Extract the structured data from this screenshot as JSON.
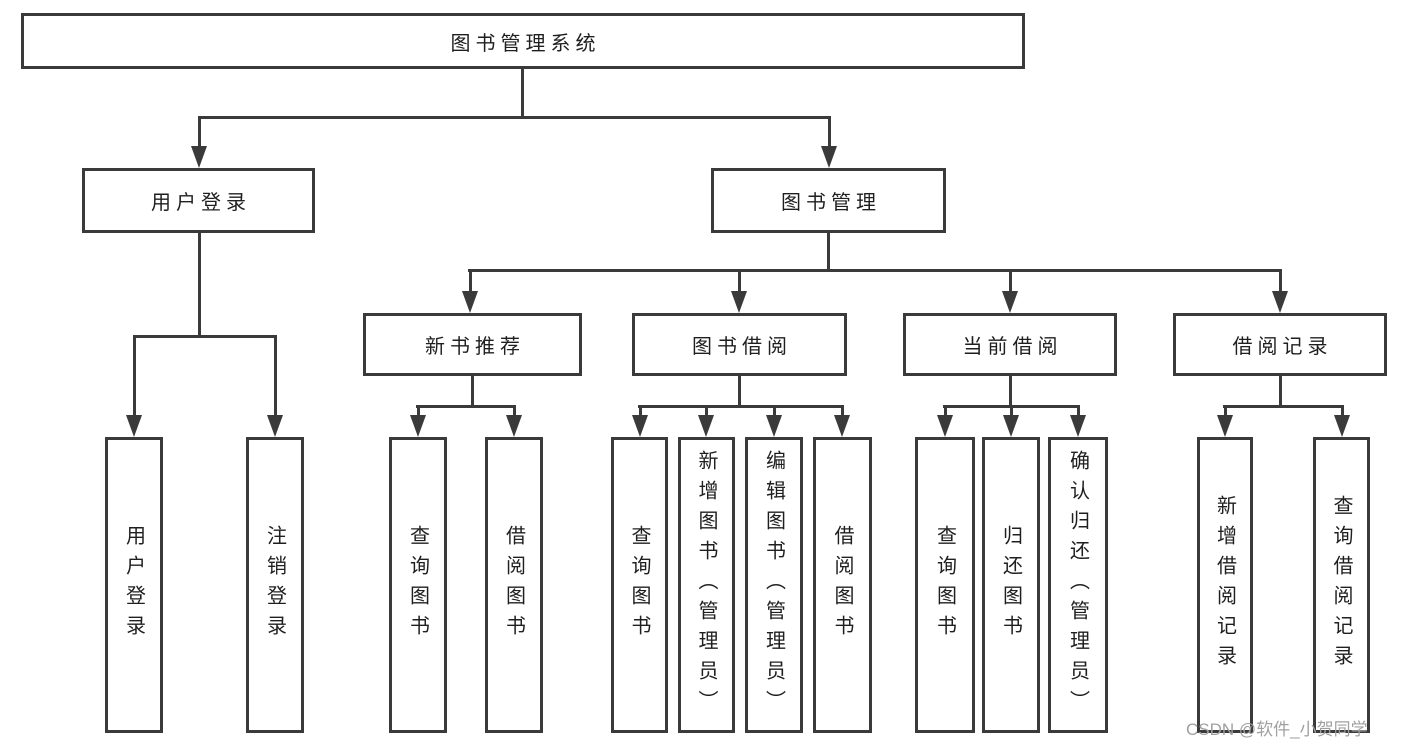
{
  "tree": {
    "root": "图书管理系统",
    "children": [
      {
        "label": "用户登录",
        "children": [
          "用户登录",
          "注销登录"
        ]
      },
      {
        "label": "图书管理",
        "children": [
          {
            "label": "新书推荐",
            "children": [
              "查询图书",
              "借阅图书"
            ]
          },
          {
            "label": "图书借阅",
            "children": [
              "查询图书",
              "新增图书（管理员）",
              "编辑图书（管理员）",
              "借阅图书"
            ]
          },
          {
            "label": "当前借阅",
            "children": [
              "查询图书",
              "归还图书",
              "确认归还（管理员）"
            ]
          },
          {
            "label": "借阅记录",
            "children": [
              "新增借阅记录",
              "查询借阅记录"
            ]
          }
        ]
      }
    ]
  },
  "watermark": "CSDN @软件_小贺同学",
  "colors": {
    "line": "#3a3a3a",
    "text": "#1f1f1f",
    "watermark_text": "#a0a0a0",
    "background": "#ffffff"
  }
}
